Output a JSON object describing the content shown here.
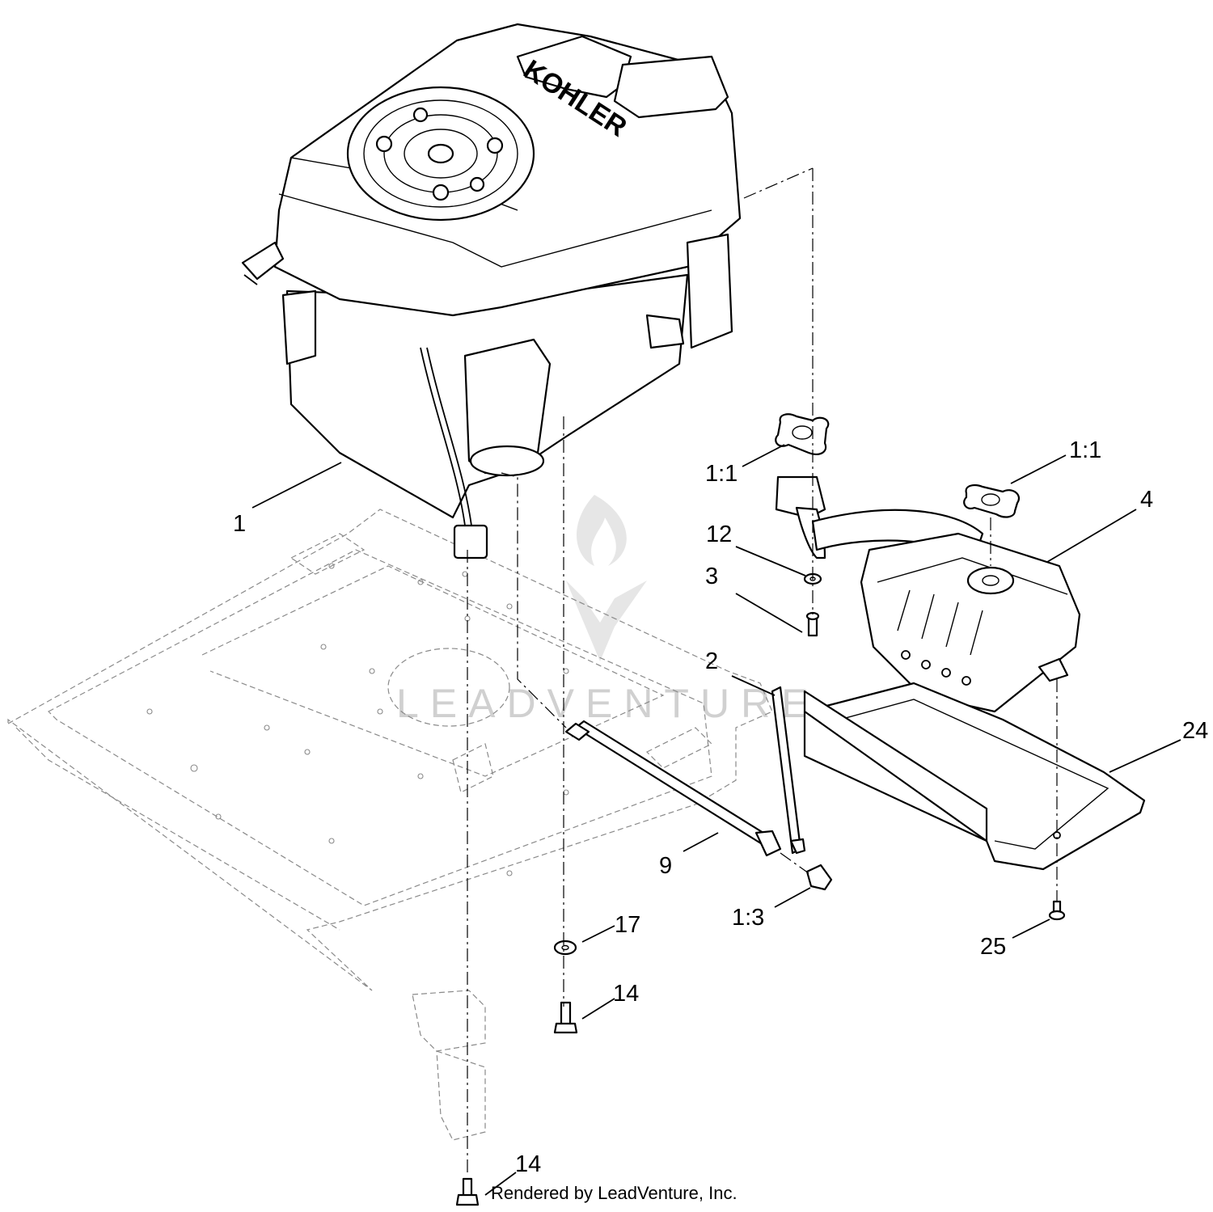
{
  "diagram": {
    "engine_brand": "KOHLER",
    "watermark": "LEADVENTURE",
    "credit": "Rendered by LeadVenture, Inc.",
    "callouts": [
      {
        "id": "engine",
        "text": "1"
      },
      {
        "id": "dipstick-tube",
        "text": "2"
      },
      {
        "id": "bolt-3",
        "text": "3"
      },
      {
        "id": "muffler",
        "text": "4"
      },
      {
        "id": "oil-drain-hose",
        "text": "9"
      },
      {
        "id": "washer-12",
        "text": "12"
      },
      {
        "id": "bolt-14-a",
        "text": "14"
      },
      {
        "id": "bolt-14-b",
        "text": "14"
      },
      {
        "id": "washer-17",
        "text": "17"
      },
      {
        "id": "heat-shield",
        "text": "24"
      },
      {
        "id": "screw-25",
        "text": "25"
      },
      {
        "id": "gasket-left",
        "text": "1:1"
      },
      {
        "id": "gasket-right",
        "text": "1:1"
      },
      {
        "id": "drain-cap",
        "text": "1:3"
      }
    ]
  }
}
